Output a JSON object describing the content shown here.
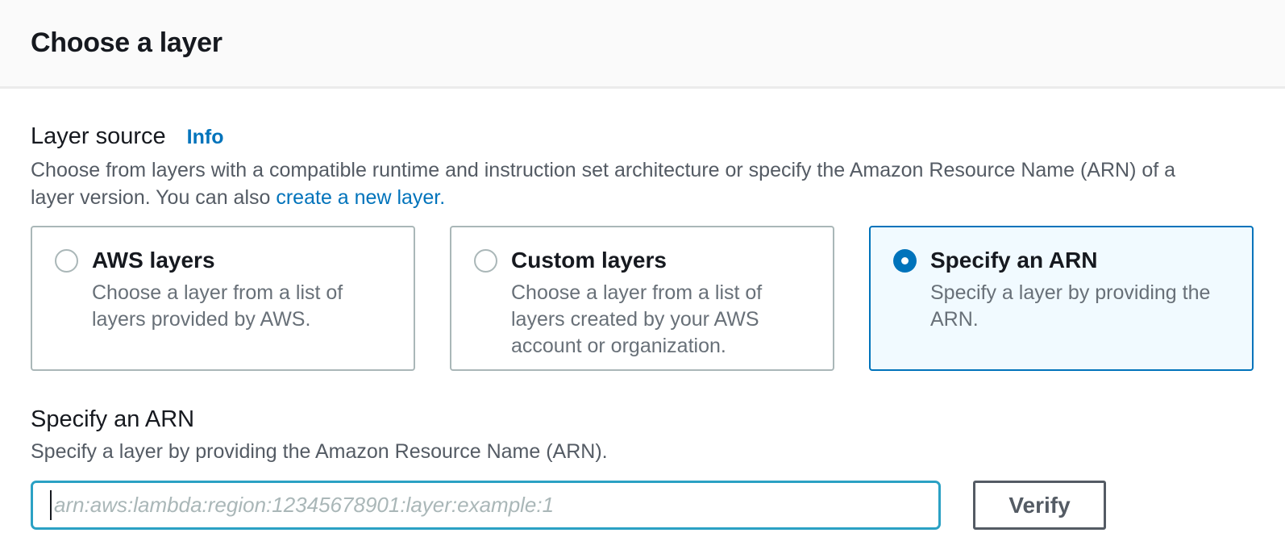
{
  "page": {
    "title": "Choose a layer"
  },
  "layer_source": {
    "label": "Layer source",
    "info_link": "Info",
    "description": "Choose from layers with a compatible runtime and instruction set architecture or specify the Amazon Resource Name (ARN) of a layer version. You can also ",
    "create_link": "create a new layer.",
    "options": [
      {
        "title": "AWS layers",
        "description": "Choose a layer from a list of layers provided by AWS.",
        "selected": false
      },
      {
        "title": "Custom layers",
        "description": "Choose a layer from a list of layers created by your AWS account or organization.",
        "selected": false
      },
      {
        "title": "Specify an ARN",
        "description": "Specify a layer by providing the ARN.",
        "selected": true
      }
    ]
  },
  "arn_section": {
    "title": "Specify an ARN",
    "description": "Specify a layer by providing the Amazon Resource Name (ARN).",
    "input_value": "",
    "input_placeholder": "arn:aws:lambda:region:12345678901:layer:example:1",
    "verify_button": "Verify"
  },
  "colors": {
    "header_bg": "#fafafa",
    "divider": "#ebebeb",
    "text_dark": "#16191f",
    "text_secondary": "#545b64",
    "card_desc_gray": "#687078",
    "link_blue": "#0073bb",
    "selected_card_border": "#0073bb",
    "selected_card_bg": "#f1faff",
    "card_border": "#aab7b8",
    "input_focus_border": "#2ba1c4",
    "placeholder_gray": "#aab7b8",
    "button_border": "#545b64"
  }
}
